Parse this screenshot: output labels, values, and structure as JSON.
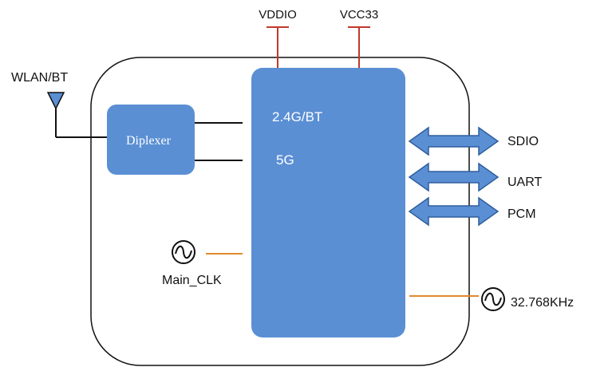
{
  "diagram": {
    "antenna_label": "WLAN/BT",
    "diplexer_label": "Diplexer",
    "chip_labels": {
      "band_24": "2.4G/BT",
      "band_5": "5G"
    },
    "power_rails": {
      "vddio": "VDDIO",
      "vcc33": "VCC33"
    },
    "interfaces": {
      "sdio": "SDIO",
      "uart": "UART",
      "pcm": "PCM"
    },
    "clocks": {
      "main": "Main_CLK",
      "rtc": "32.768KHz"
    },
    "colors": {
      "chip": "#5b8fd4",
      "diplexer": "#5b8fd4",
      "power_rail": "#c0392b",
      "clock_line": "#e08a2c",
      "outline": "#111111"
    }
  }
}
